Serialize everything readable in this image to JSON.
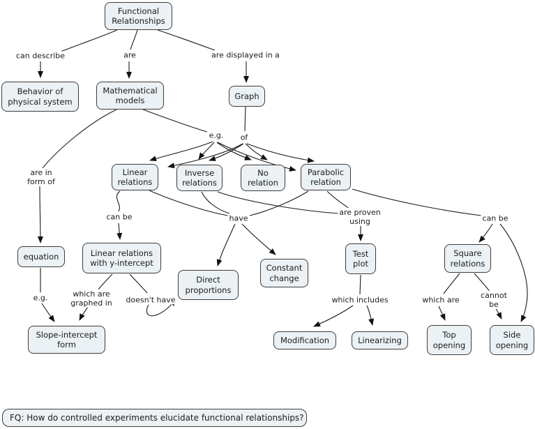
{
  "colors": {
    "background": "#ffffff",
    "node_fill": "#ebf1f4",
    "node_border": "#3c3c3c",
    "line": "#1a1a1a",
    "text": "#1b1b1b"
  },
  "nodes": {
    "functional": "Functional\nRelationships",
    "behavior": "Behavior of\nphysical system",
    "mathematical": "Mathematical\nmodels",
    "graph": "Graph",
    "linear": "Linear\nrelations",
    "inverse": "Inverse\nrelations",
    "no_relation": "No\nrelation",
    "parabolic": "Parabolic\nrelation",
    "equation": "equation",
    "linear_y": "Linear relations\nwith y-intercept",
    "direct": "Direct\nproportions",
    "constant": "Constant\nchange",
    "test_plot": "Test\nplot",
    "square": "Square\nrelations",
    "slope": "Slope-intercept\nform",
    "modification": "Modification",
    "linearizing": "Linearizing",
    "top_opening": "Top\nopening",
    "side_opening": "Side\nopening"
  },
  "edge_labels": {
    "can_describe": "can describe",
    "are": "are",
    "displayed": "are displayed in a",
    "eg1": "e.g.",
    "of": "of",
    "form_of": "are in\nform of",
    "can_be_left": "can be",
    "have": "have",
    "proven": "are proven\nusing",
    "can_be_right": "can be",
    "eg2": "e.g.",
    "graphed_in": "which are\ngraphed in",
    "doesnt_have": "doesn't have",
    "includes": "which includes",
    "which_are": "which are",
    "cannot_be": "cannot be"
  },
  "focus_question": "FQ: How do controlled experiments elucidate functional relationships?"
}
